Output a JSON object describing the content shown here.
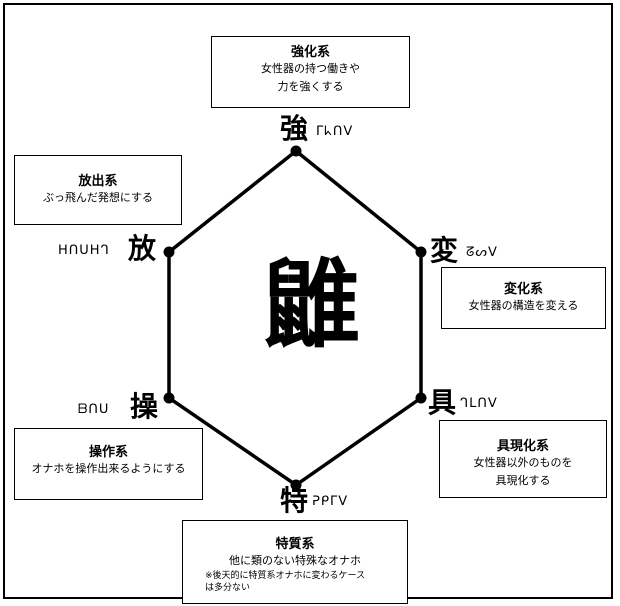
{
  "center_kanji": "䶆",
  "vertices": [
    {
      "id": "top",
      "kanji": "強",
      "script": "ᒥᖾᑎᐯ"
    },
    {
      "id": "upper-right",
      "kanji": "変",
      "script": "ᘔᔕᐯ"
    },
    {
      "id": "lower-right",
      "kanji": "具",
      "script": "ᒉᒪᑎᐯ"
    },
    {
      "id": "bottom",
      "kanji": "特",
      "script": "ᕈᑭᒥᐯ"
    },
    {
      "id": "lower-left",
      "kanji": "操",
      "script": "ᗷᑎᑌ"
    },
    {
      "id": "upper-left",
      "kanji": "放",
      "script": "ᕼᑎᑌᕼᒉ"
    }
  ],
  "boxes": {
    "enhancement": {
      "title": "強化系",
      "lines": [
        "女性器の持つ働きや",
        "力を強くする"
      ]
    },
    "emission": {
      "title": "放出系",
      "lines": [
        "ぶっ飛んだ発想にする"
      ]
    },
    "transmutation": {
      "title": "変化系",
      "lines": [
        "女性器の構造を変える"
      ]
    },
    "conjuration": {
      "title": "具現化系",
      "lines": [
        "女性器以外のものを",
        "具現化する"
      ]
    },
    "manipulation": {
      "title": "操作系",
      "lines": [
        "オナホを操作出来るようにする"
      ]
    },
    "specialization": {
      "title": "特質系",
      "lines": [
        "他に類のない特殊なオナホ"
      ],
      "note": [
        "※後天的に特質系オナホに変わるケース",
        "は多分ない"
      ]
    }
  },
  "colors": {
    "line": "#000000",
    "background": "#ffffff"
  }
}
